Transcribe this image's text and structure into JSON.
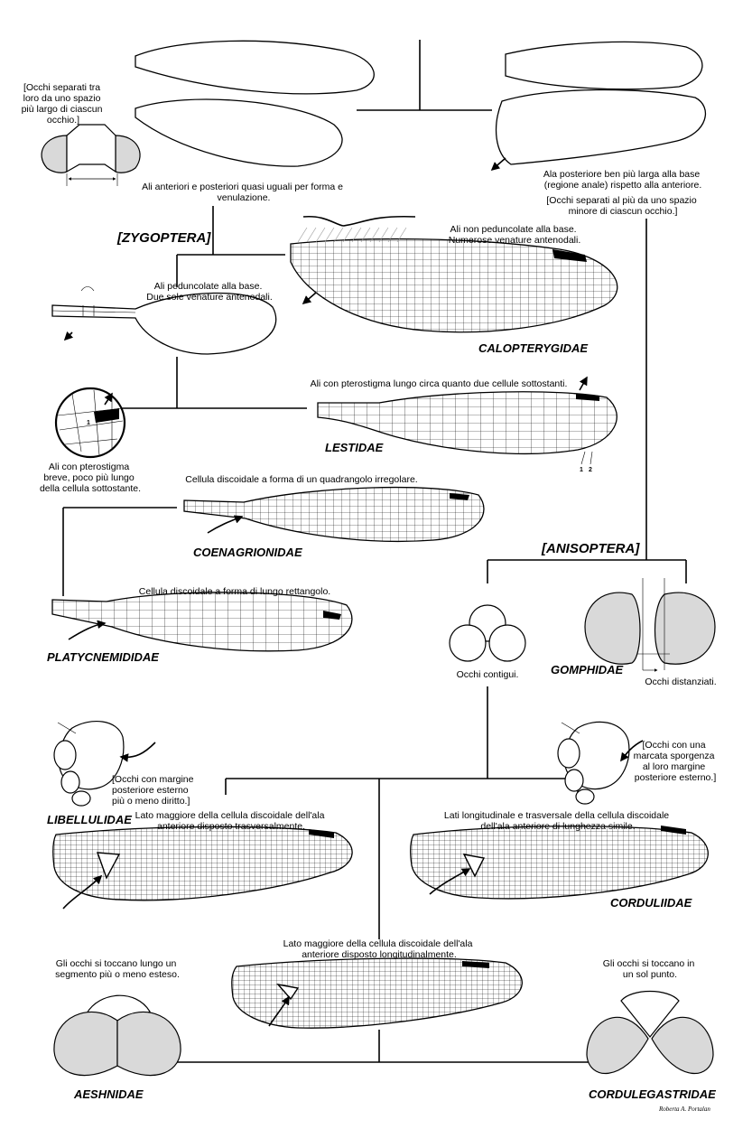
{
  "captions": {
    "eyes_separated_wide": [
      "[Occhi separati tra",
      "loro da uno spazio",
      "più largo di ciascun",
      "occhio.]"
    ],
    "wings_equal": [
      "Ali anteriori e posteriori quasi uguali per forma e",
      "venulazione."
    ],
    "hindwing_wider": [
      "Ala posteriore ben più larga alla base",
      "(regione anale) rispetto alla anteriore."
    ],
    "eyes_separated_narrow": [
      "[Occhi separati al più da uno spazio",
      "minore di ciascun occhio.]"
    ],
    "not_petiolate": [
      "Ali non peduncolate alla base.",
      "Numerose venature antenodali."
    ],
    "petiolate": [
      "Ali peduncolate alla base.",
      "Due sole venature antenodali."
    ],
    "long_pterostigma": "Ali con pterostigma lungo circa quanto due cellule sottostanti.",
    "short_pterostigma": [
      "Ali con pterostigma",
      "breve, poco più lungo",
      "della cellula sottostante."
    ],
    "discoidal_irregular": "Cellula discoidale a forma di un quadrangolo irregolare.",
    "discoidal_rectangle": "Cellula discoidale a forma di lungo rettangolo.",
    "eyes_contiguous": "Occhi contigui.",
    "eyes_distanced": "Occhi distanziati.",
    "eye_margin_straight": [
      "[Occhi con margine",
      "posteriore esterno",
      "più o meno diritto.]"
    ],
    "eye_margin_protrusion": [
      "[Occhi con una",
      "marcata sporgenza",
      "al loro margine",
      "posteriore esterno.]"
    ],
    "discoidal_transverse": [
      "Lato maggiore della cellula discoidale dell'ala",
      "anteriore disposto trasversalmente."
    ],
    "discoidal_similar": [
      "Lati longitudinale e trasversale della cellula discoidale",
      "dell'ala anteriore di lunghezza simile."
    ],
    "discoidal_longitudinal": [
      "Lato maggiore della cellula discoidale dell'ala",
      "anteriore disposto longitudinalmente."
    ],
    "eyes_touch_segment": [
      "Gli occhi si toccano lungo un",
      "segmento più o meno esteso."
    ],
    "eyes_touch_point": [
      "Gli occhi si toccano in",
      "un sol punto."
    ],
    "cell_numbers": [
      "1",
      "2"
    ],
    "inset_number": "1"
  },
  "groups": {
    "zygoptera": "[ZYGOPTERA]",
    "anisoptera": "[ANISOPTERA]"
  },
  "families": {
    "calopterygidae": "CALOPTERYGIDAE",
    "lestidae": "LESTIDAE",
    "coenagrionidae": "COENAGRIONIDAE",
    "platycnemididae": "PLATYCNEMIDIDAE",
    "gomphidae": "GOMPHIDAE",
    "libellulidae": "LIBELLULIDAE",
    "corduliidae": "CORDULIIDAE",
    "aeshnidae": "AESHNIDAE",
    "cordulegastridae": "CORDULEGASTRIDAE"
  },
  "signature": "Roberta A. Portalan",
  "colors": {
    "ink": "#000000",
    "eye_fill": "#d9d9d9",
    "paper": "#ffffff"
  }
}
